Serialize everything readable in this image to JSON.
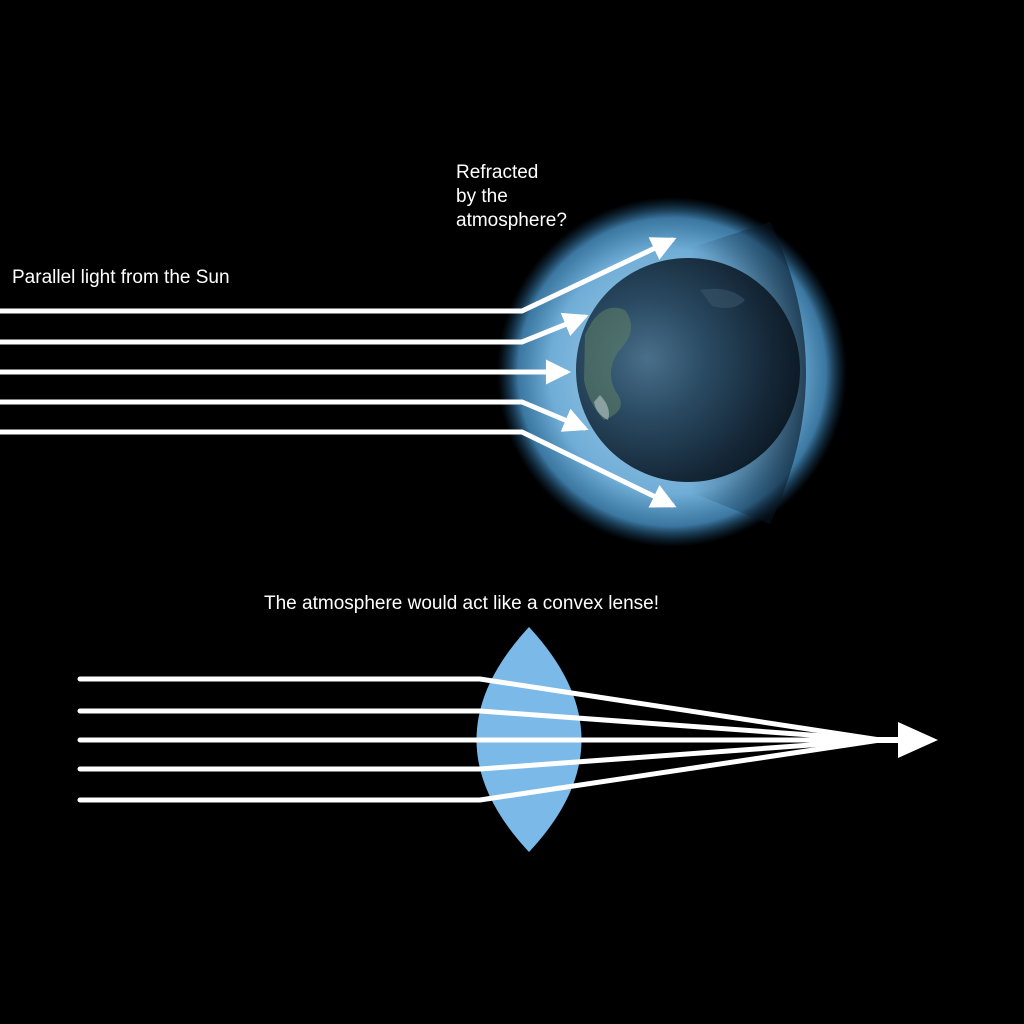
{
  "labels": {
    "sun_light": "Parallel light from the Sun",
    "refracted_lines": [
      "Refracted",
      "by the",
      "atmosphere?"
    ],
    "lens_caption": "The atmosphere would act like a convex lense!"
  },
  "colors": {
    "background": "#000000",
    "rays": "#ffffff",
    "atmosphere": "#6fb6e6",
    "lens": "#7ab9e8",
    "earth": "#1d3347"
  },
  "icons": [
    "earth-globe",
    "atmosphere-halo",
    "convex-lens",
    "light-ray-arrows"
  ]
}
